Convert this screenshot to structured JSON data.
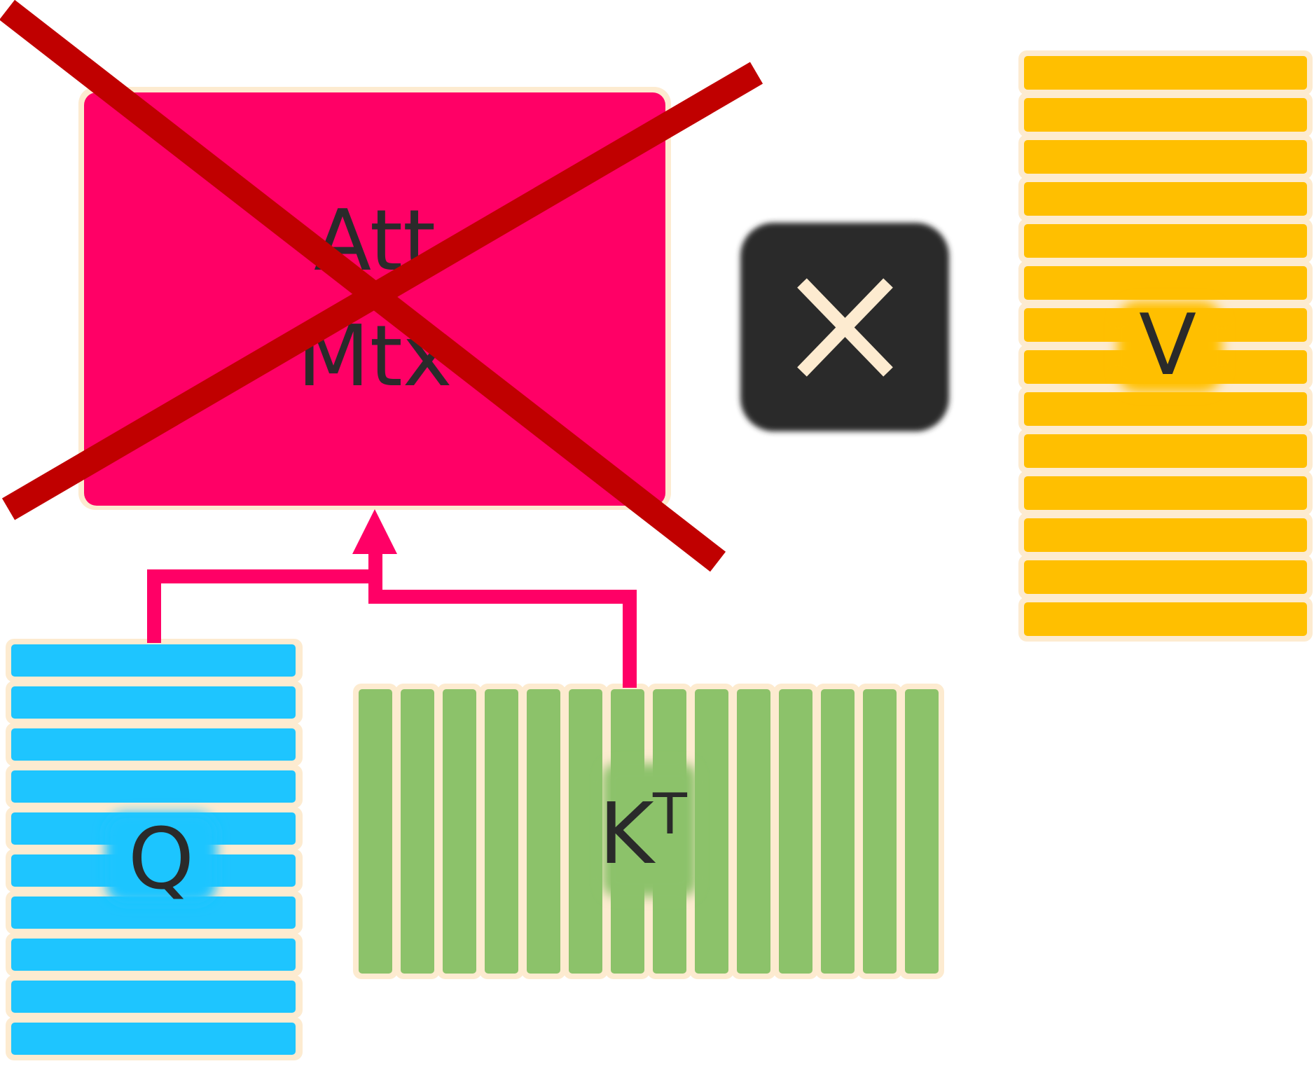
{
  "labels": {
    "att_line1": "Att",
    "att_line2": "Mtx",
    "q": "Q",
    "k": "K",
    "k_sup": "T",
    "v": "V"
  },
  "counts": {
    "q_rows": 10,
    "k_cols": 14,
    "v_rows": 14
  },
  "colors": {
    "background": "#ffffff",
    "att_fill": "#ff0066",
    "q_fill": "#1ec5ff",
    "k_fill": "#8cc26a",
    "v_fill": "#ffbf00",
    "cell_border": "#fdebd0",
    "arrow": "#ff0066",
    "cross": "#c00000",
    "multiply_box": "#2a2a2a",
    "multiply_glyph": "#fdebd0",
    "label": "#2a2a2a"
  },
  "icons": {
    "multiply": "multiply-icon",
    "strike": "cross-out-mark"
  }
}
